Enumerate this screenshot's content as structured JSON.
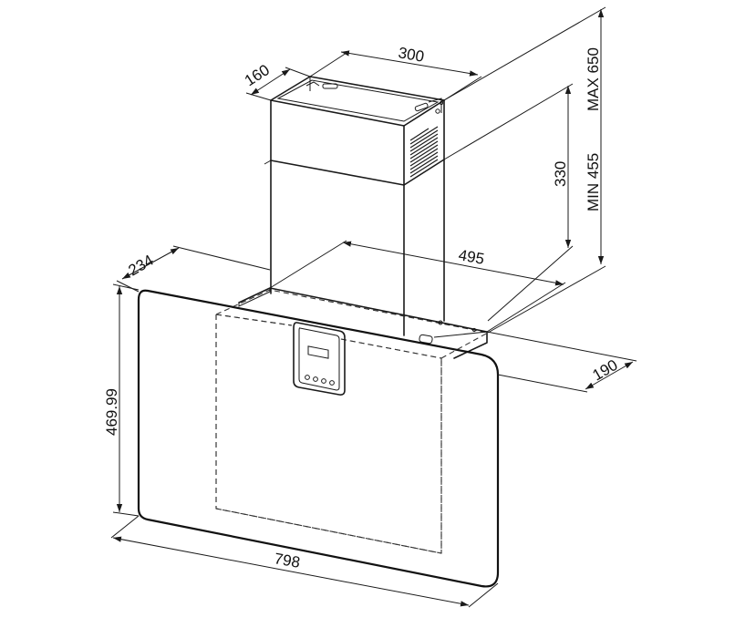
{
  "dimensions": {
    "chimney_depth": "160",
    "chimney_width": "300",
    "max_height": "MAX 650",
    "min_height": "MIN 455",
    "chimney_height": "330",
    "hood_depth": "234",
    "hood_width_back": "495",
    "glass_height": "469.99",
    "base_depth": "190",
    "glass_width": "798"
  },
  "colors": {
    "line": "#1a1a1a",
    "background": "#ffffff"
  }
}
